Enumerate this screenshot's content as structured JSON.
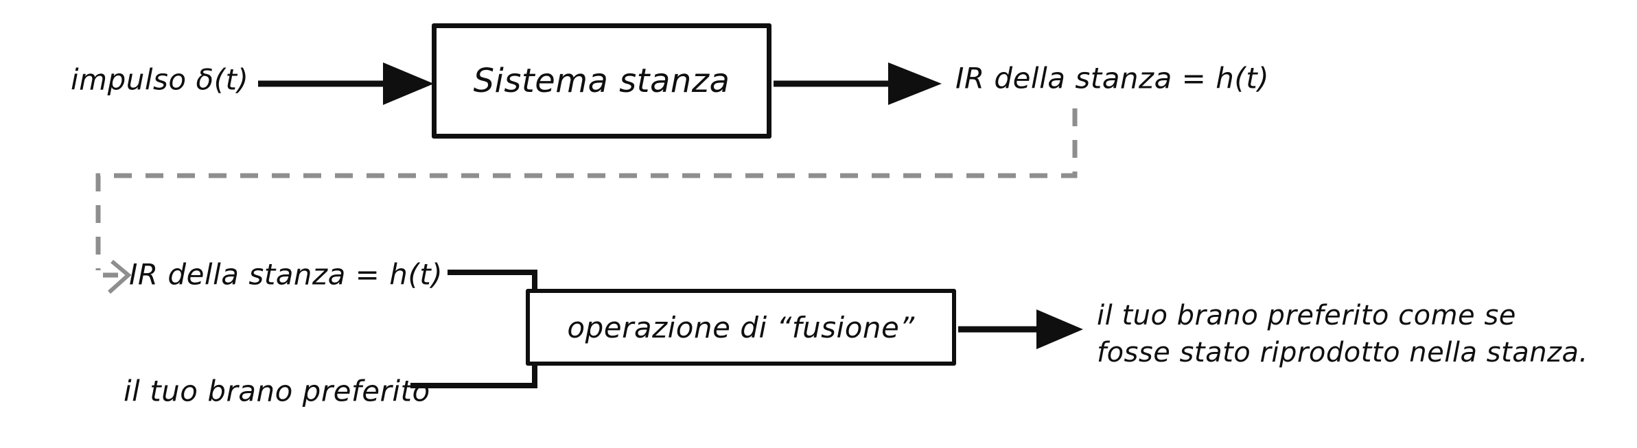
{
  "meta": {
    "background_color": "#ffffff",
    "ink_color": "#0f0f0f",
    "dashed_line_color": "#8e8e8e"
  },
  "top_flow": {
    "input_label": "impulso δ(t)",
    "system_box_label": "Sistema stanza",
    "output_label": "IR della stanza = h(t)"
  },
  "bottom_flow": {
    "ir_input_label": "IR della stanza = h(t)",
    "song_input_label": "il tuo brano preferito",
    "fusion_box_label": "operazione di “fusione”",
    "result_line1": "il tuo brano preferito come se",
    "result_line2": "fosse stato riprodotto nella stanza."
  }
}
